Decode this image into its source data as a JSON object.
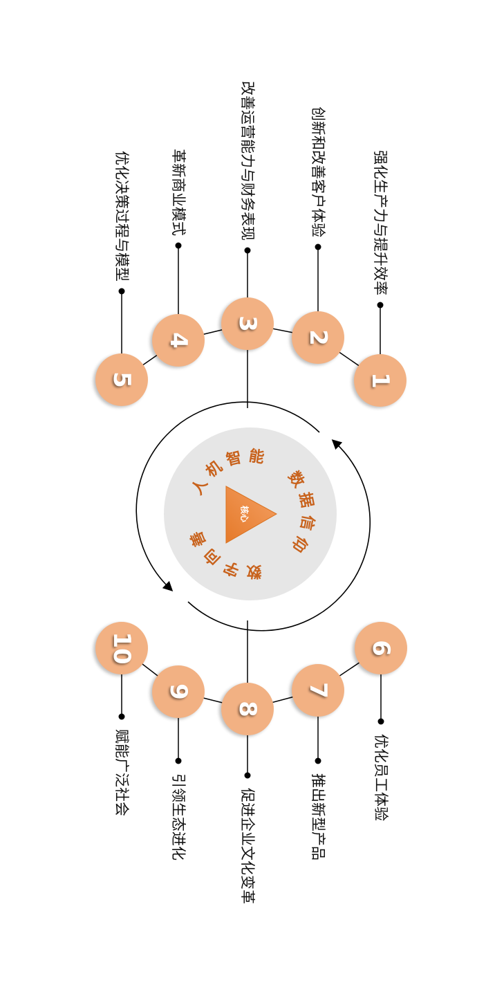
{
  "center": {
    "core_label": "核心",
    "ring_texts": [
      "数据信仰",
      "数字向善",
      "人机智能"
    ]
  },
  "items": [
    {
      "number": "1",
      "label": "强化生产力与提升效率"
    },
    {
      "number": "2",
      "label": "创新和改善客户体验"
    },
    {
      "number": "3",
      "label": "改善运营能力与财务表现"
    },
    {
      "number": "4",
      "label": "革新商业模式"
    },
    {
      "number": "5",
      "label": "优化决策过程与模型"
    },
    {
      "number": "6",
      "label": "优化员工体验"
    },
    {
      "number": "7",
      "label": "推出新型产品"
    },
    {
      "number": "8",
      "label": "促进企业文化变革"
    },
    {
      "number": "9",
      "label": "引领生态进化"
    },
    {
      "number": "10",
      "label": "赋能广泛社会"
    }
  ],
  "colors": {
    "node": "#f2b183",
    "accent_text": "#c8621c",
    "core": "#ef8a3c",
    "disk": "#e6e6e6"
  }
}
